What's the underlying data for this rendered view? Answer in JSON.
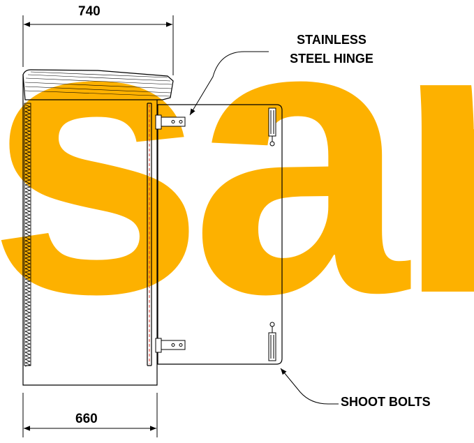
{
  "drawing": {
    "watermark_text": "sar",
    "colors": {
      "watermark": "#fdb100",
      "line": "#000000",
      "seal_dashes": "#e0352b"
    },
    "dimensions": {
      "top_width": "740",
      "bottom_width": "660"
    },
    "callouts": {
      "hinge_line1": "STAINLESS",
      "hinge_line2": "STEEL HINGE",
      "shoot_bolts": "SHOOT BOLTS"
    }
  }
}
